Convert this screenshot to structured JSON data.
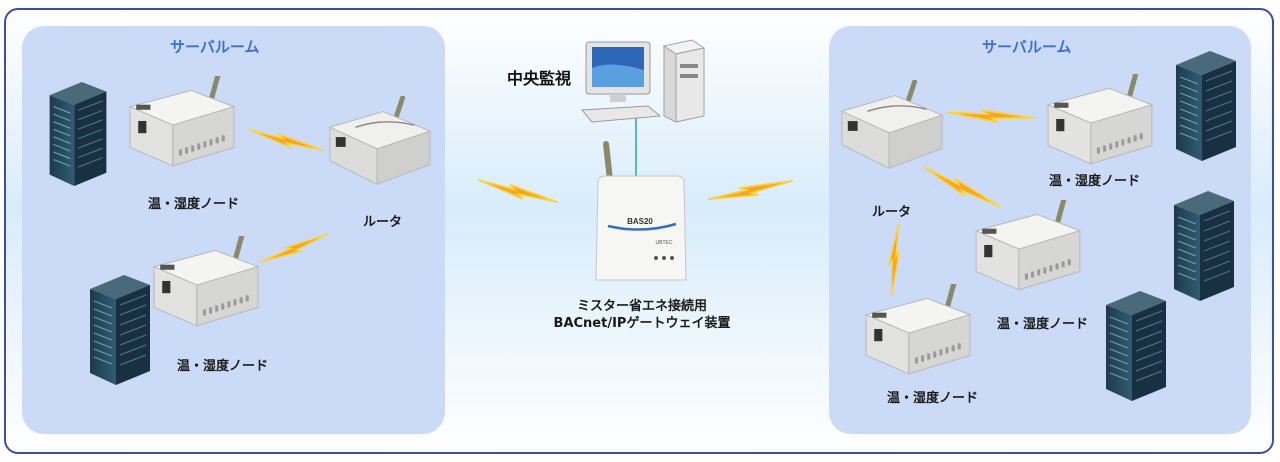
{
  "rooms": {
    "left_title": "サーバルーム",
    "right_title": "サーバルーム"
  },
  "labels": {
    "node_left_top": "温・湿度ノード",
    "node_left_bottom": "温・湿度ノード",
    "router_left": "ルータ",
    "router_right": "ルータ",
    "node_right_top": "温・湿度ノード",
    "node_right_mid": "温・湿度ノード",
    "node_right_bottom": "温・湿度ノード",
    "central_monitor": "中央監視",
    "gateway_line1": "ミスター省エネ接続用",
    "gateway_line2": "BACnet/IPゲートウェイ装置",
    "gateway_device_text": "BAS20",
    "gateway_brand": "UBTEC"
  },
  "colors": {
    "frame": "#3f4f9e",
    "room_fill": "#cbdaf7",
    "room_title": "#3a73c8",
    "lightning": "#f5a623",
    "link_line": "#5fb8b0"
  }
}
